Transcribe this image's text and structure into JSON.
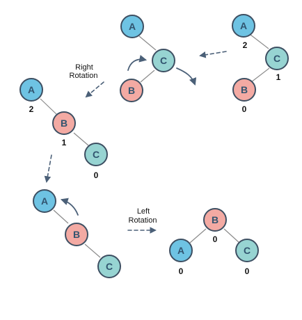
{
  "colors": {
    "blue": "#6ec3e3",
    "pink": "#f3aaa3",
    "teal": "#97d4d2",
    "outline": "#3d4f62",
    "edge": "#8b8b8b",
    "arrow": "#4b6078",
    "text": "#111111"
  },
  "nodes": {
    "top_middle": {
      "a": "A",
      "c": "C",
      "b": "B"
    },
    "top_right": {
      "a": "A",
      "c": "C",
      "b": "B"
    },
    "left_middle": {
      "a": "A",
      "b": "B",
      "c": "C"
    },
    "bottom_left": {
      "a": "A",
      "b": "B",
      "c": "C"
    },
    "bottom_right": {
      "b": "B",
      "a": "A",
      "c": "C"
    }
  },
  "balance_factors": {
    "top_right": {
      "a": "2",
      "c": "1",
      "b": "0"
    },
    "left_middle": {
      "a": "2",
      "b": "1",
      "c": "0"
    },
    "bottom_right": {
      "b": "0",
      "a": "0",
      "c": "0"
    }
  },
  "labels": {
    "right_rotation_line1": "Right",
    "right_rotation_line2": "Rotation",
    "left_rotation_line1": "Left",
    "left_rotation_line2": "Rotation"
  }
}
